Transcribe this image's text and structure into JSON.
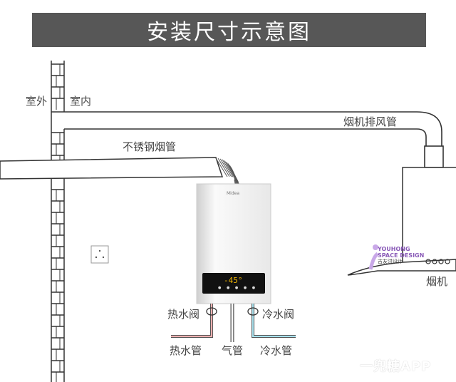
{
  "title": "安装尺寸示意图",
  "labels": {
    "outdoor": "室外",
    "indoor": "室内",
    "hood_exhaust_pipe": "烟机排风管",
    "stainless_flue_pipe": "不锈钢烟管",
    "range_hood": "烟机",
    "hot_water_valve": "热水阀",
    "cold_water_valve": "冷水阀",
    "hot_water_pipe": "热水管",
    "gas_pipe": "气管",
    "cold_water_pipe": "冷水管"
  },
  "heater": {
    "brand": "Midea",
    "display_temp": "-45°",
    "display_buttons": "● ● ● ● ●"
  },
  "logo": {
    "line1": "YOUHONG",
    "line2": "SPACE DESIGN",
    "line3": "吉友洪设计"
  },
  "watermark": "一兜糖APP",
  "colors": {
    "title_bg": "#575757",
    "hot_pipe": "#e07a7a",
    "cold_pipe": "#6cc6dc",
    "gas_pipe": "#888888"
  }
}
